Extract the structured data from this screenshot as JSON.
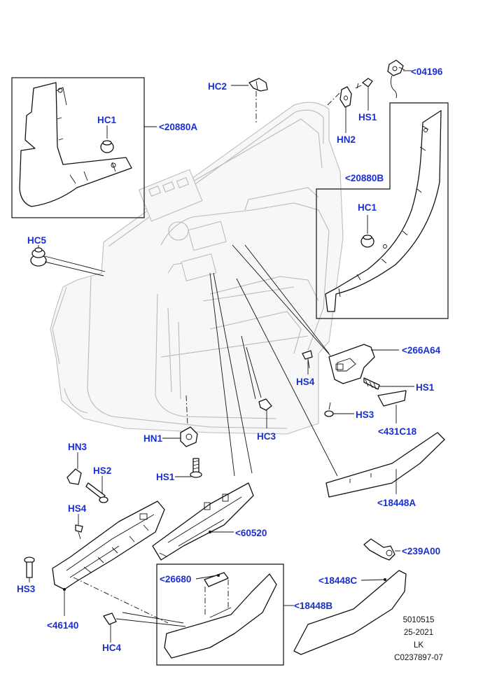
{
  "labels": {
    "p04196": "<04196",
    "hc2": "HC2",
    "hs1_top": "HS1",
    "hn2": "HN2",
    "p20880a": "<20880A",
    "hc1_left": "HC1",
    "p20880b": "<20880B",
    "hc1_right": "HC1",
    "hc5": "HC5",
    "p266a64": "<266A64",
    "hs4_right": "HS4",
    "hs1_right": "HS1",
    "hs3_right": "HS3",
    "p431c18": "<431C18",
    "hc3": "HC3",
    "hn1": "HN1",
    "hs1_mid": "HS1",
    "hn3": "HN3",
    "hs2": "HS2",
    "hs4_left": "HS4",
    "p18448a": "<18448A",
    "p60520": "<60520",
    "p239a00": "<239A00",
    "hs3_left": "HS3",
    "p26680": "<26680",
    "p18448c": "<18448C",
    "p18448b": "<18448B",
    "p46140": "<46140",
    "hc4": "HC4"
  },
  "meta": {
    "line1": "5010515",
    "line2": "25-2021",
    "line3": "LK",
    "line4": "C0237897-07"
  },
  "colors": {
    "label": "#1a2fd0",
    "line": "#111111",
    "door_outline": "#b9b9b9"
  }
}
